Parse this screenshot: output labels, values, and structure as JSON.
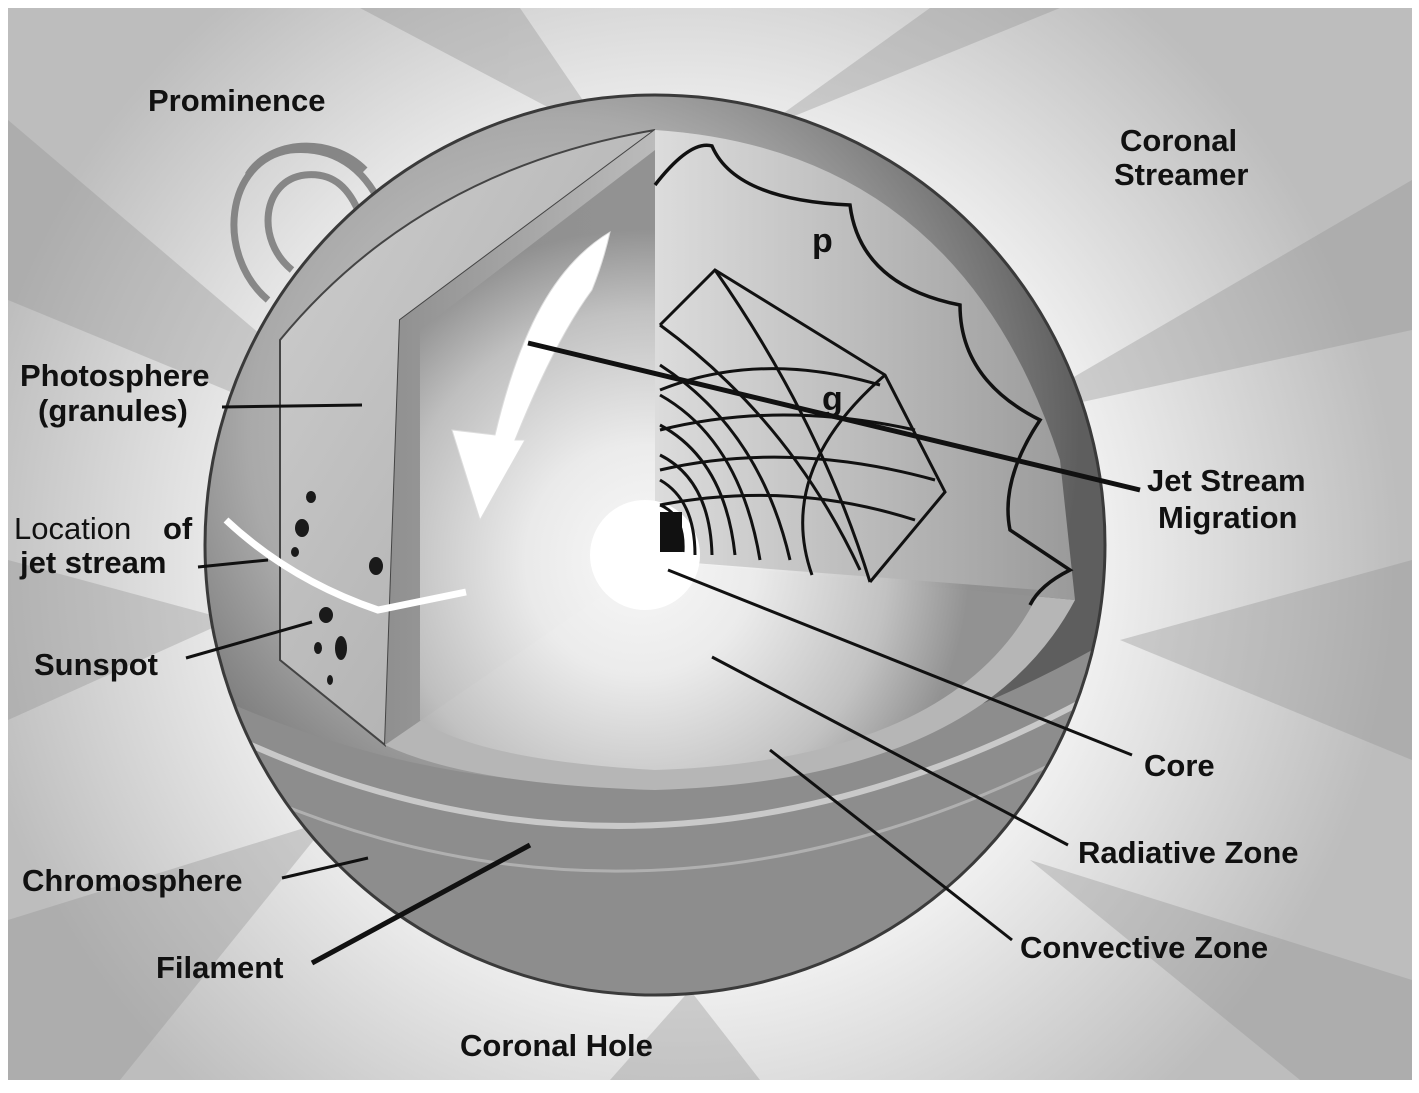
{
  "labels": {
    "prominence": "Prominence",
    "coronal_streamer_1": "Coronal",
    "coronal_streamer_2": "Streamer",
    "photosphere_1": "Photosphere",
    "photosphere_2": "(granules)",
    "location_1a": "Location",
    "location_1b": "of",
    "location_2": "jet stream",
    "sunspot": "Sunspot",
    "chromosphere": "Chromosphere",
    "filament": "Filament",
    "coronal_hole": "Coronal Hole",
    "jet_stream_1": "Jet Stream",
    "jet_stream_2": "Migration",
    "core": "Core",
    "radiative_zone": "Radiative Zone",
    "convective_zone": "Convective Zone",
    "p_mode": "p",
    "g_mode": "g"
  },
  "colors": {
    "background": "#ffffff",
    "sphere_light": "#d4d4d4",
    "sphere_dark": "#5e5e5e",
    "core_glow": "#ffffff",
    "leader": "#111111",
    "arrow": "#ffffff"
  }
}
